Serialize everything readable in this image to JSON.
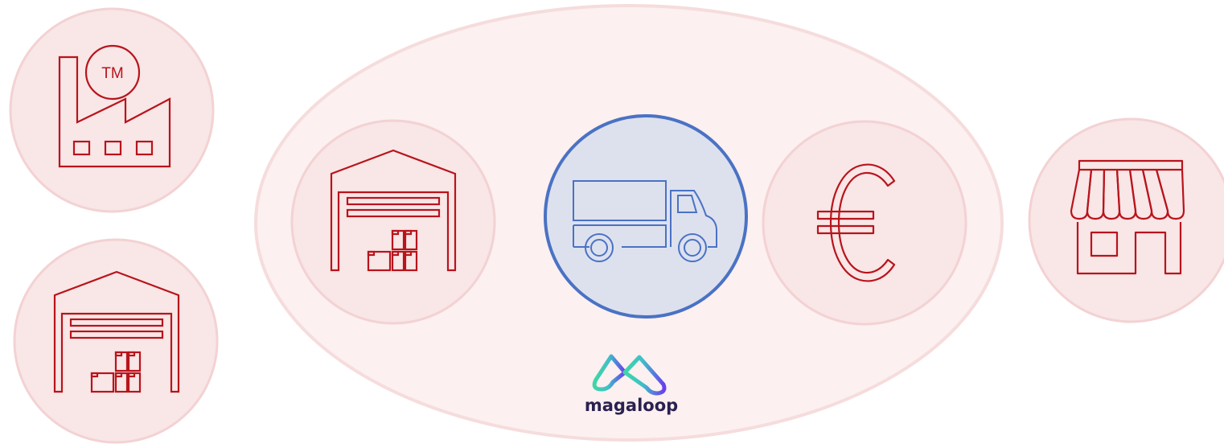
{
  "colors": {
    "icon_stroke": "#b8141c",
    "circle_fill": "#f9e6e6",
    "circle_stroke": "#f3d2d3",
    "ellipse_fill": "#fcf0f0",
    "ellipse_stroke": "#f6dcdc",
    "highlight_fill": "#dde1ee",
    "highlight_stroke": "#4a72c4",
    "truck_stroke": "#4a72c4",
    "logo_green": "#3fd6a6",
    "logo_purple": "#6a3df0",
    "brand_text": "#2a2150"
  },
  "nodes": [
    {
      "id": "factory",
      "icon": "factory-icon",
      "label": "TM"
    },
    {
      "id": "warehouse-left",
      "icon": "warehouse-icon"
    },
    {
      "id": "warehouse-center",
      "icon": "warehouse-icon"
    },
    {
      "id": "transport",
      "icon": "truck-icon",
      "highlighted": true
    },
    {
      "id": "payment",
      "icon": "euro-icon"
    },
    {
      "id": "store",
      "icon": "storefront-icon"
    }
  ],
  "brand": {
    "name": "magaloop",
    "logo": "magaloop-logo-icon"
  }
}
